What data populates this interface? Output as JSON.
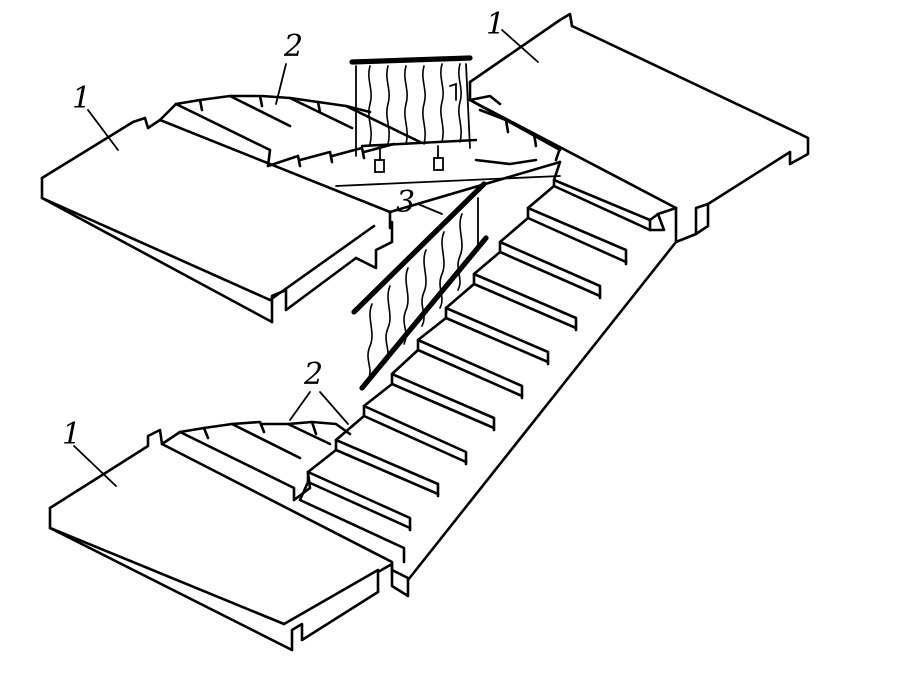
{
  "labels": {
    "landing_top_left": "1",
    "landing_top_right": "1",
    "landing_bottom_left": "1",
    "flight_steps_top": "2",
    "flight_steps_bottom": "2",
    "handrail": "3"
  }
}
